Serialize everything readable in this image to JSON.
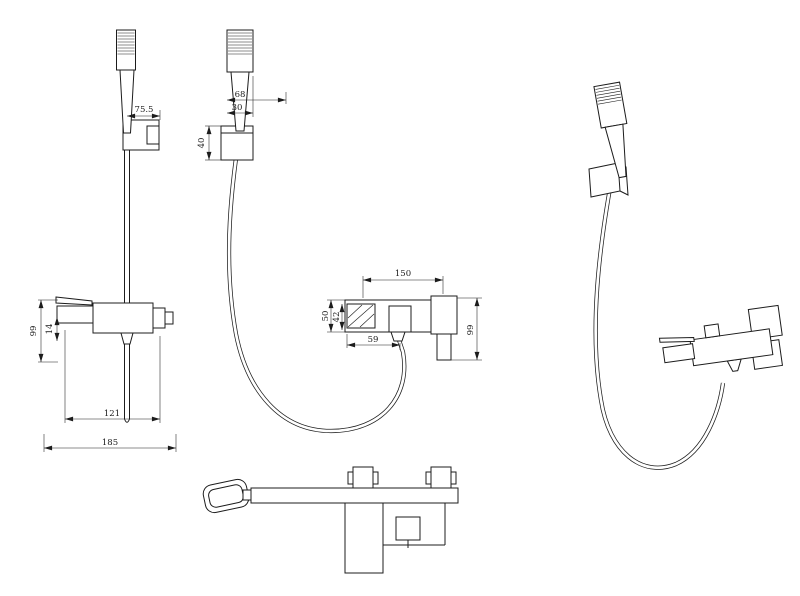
{
  "drawing": {
    "background": "#ffffff",
    "line_color": "#1c1c1c"
  },
  "dims": {
    "front": {
      "bracket_offset": "75.5",
      "height": "99",
      "spout_drop": "14",
      "body_width": "121",
      "overall_width": "185"
    },
    "side": {
      "overall_depth": "68",
      "head_depth": "30",
      "bracket_height": "40"
    },
    "mixer": {
      "wall_centers": "150",
      "body_height": "50",
      "inner_height": "42",
      "outlet_offset": "59",
      "drop": "99"
    }
  }
}
